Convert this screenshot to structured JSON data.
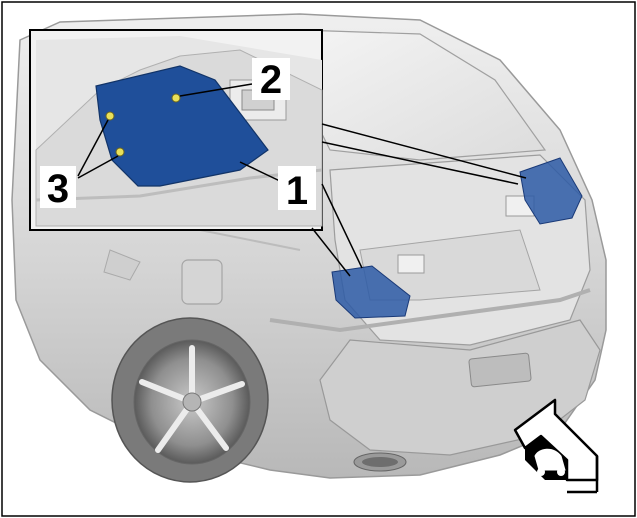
{
  "callouts": {
    "label_1": "1",
    "label_2": "2",
    "label_3": "3"
  },
  "colors": {
    "highlight_blue": "#1f4f9a",
    "highlight_blue_light": "#5f86c4",
    "car_body": "#d7d7d7",
    "car_shadow": "#a9a9a9",
    "outline": "#000000",
    "fastener_yellow": "#e8e05a"
  },
  "icons": {
    "view_direction": "view-direction-arrow-icon"
  }
}
